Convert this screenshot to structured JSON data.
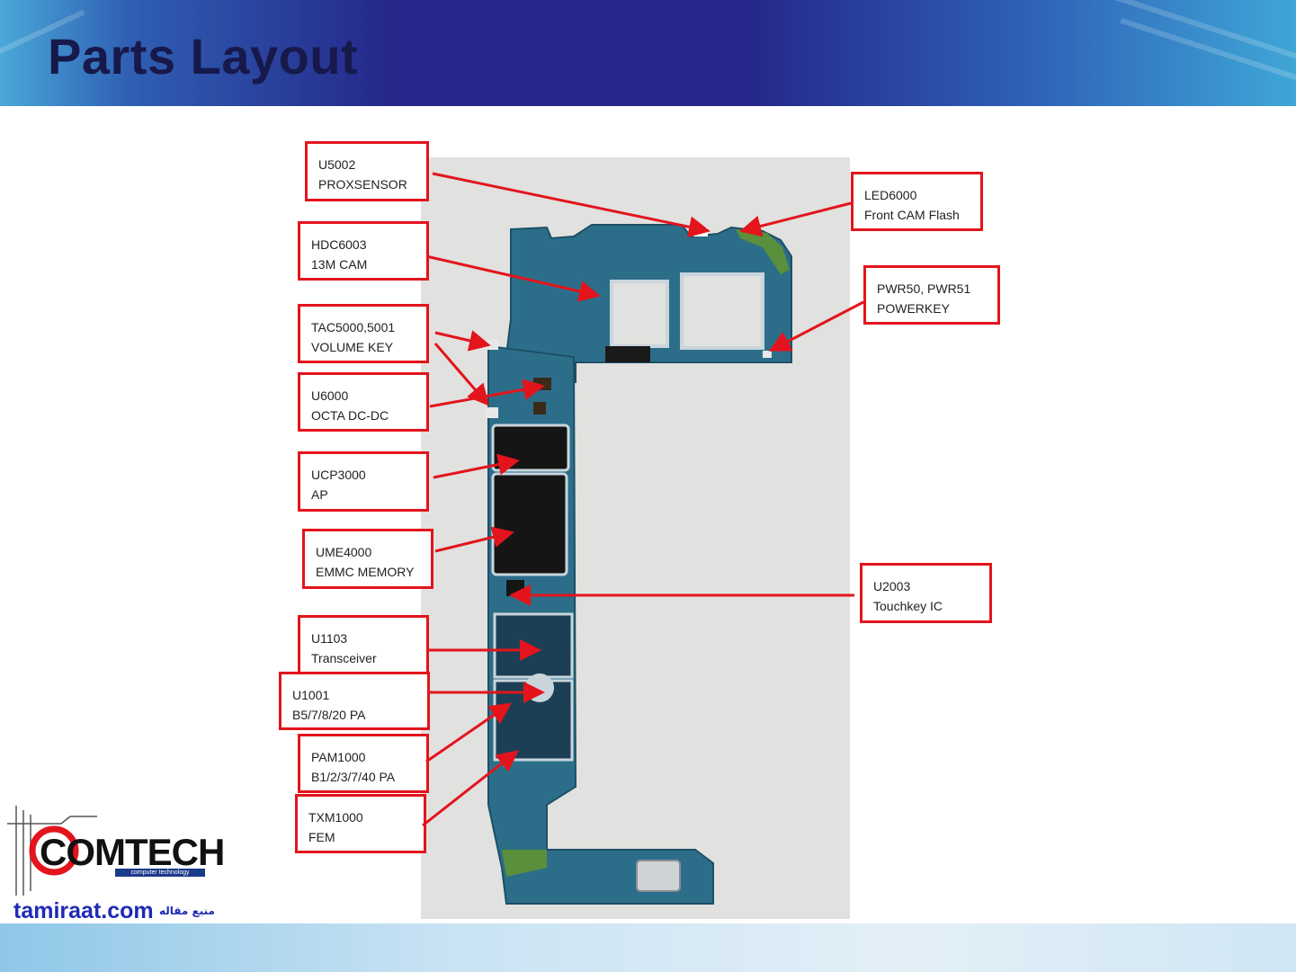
{
  "page": {
    "title": "Parts Layout"
  },
  "callouts": [
    {
      "id": "u5002",
      "line1": "U5002",
      "line2": "PROXSENSOR"
    },
    {
      "id": "hdc6003",
      "line1": "HDC6003",
      "line2": "13M CAM"
    },
    {
      "id": "tac5000",
      "line1": "TAC5000,5001",
      "line2": "VOLUME KEY"
    },
    {
      "id": "u6000",
      "line1": "U6000",
      "line2": "OCTA DC-DC"
    },
    {
      "id": "ucp3000",
      "line1": "UCP3000",
      "line2": "AP"
    },
    {
      "id": "ume4000",
      "line1": "UME4000",
      "line2": "EMMC MEMORY"
    },
    {
      "id": "u1103",
      "line1": "U1103",
      "line2": "Transceiver"
    },
    {
      "id": "u1001",
      "line1": "U1001",
      "line2": "B5/7/8/20 PA"
    },
    {
      "id": "pam1000",
      "line1": "PAM1000",
      "line2": "B1/2/3/7/40 PA"
    },
    {
      "id": "txm1000",
      "line1": "TXM1000",
      "line2": "FEM"
    },
    {
      "id": "led6000",
      "line1": "LED6000",
      "line2": "Front CAM Flash"
    },
    {
      "id": "pwr50",
      "line1": "PWR50, PWR51",
      "line2": "POWERKEY"
    },
    {
      "id": "u2003",
      "line1": "U2003",
      "line2": "Touchkey IC"
    }
  ],
  "branding": {
    "logo": "COMTECH",
    "logo_tagline": "computer technology",
    "site": "tamiraat.com",
    "site_ar": "منبع مقاله"
  },
  "colors": {
    "callout_border": "#e3141c",
    "pcb": "#2c6e8a",
    "header": "#25288a",
    "title": "#17194a"
  }
}
